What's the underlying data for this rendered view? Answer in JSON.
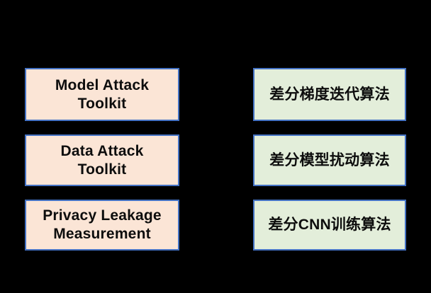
{
  "colors": {
    "background": "#000000",
    "box_border": "#4472c4",
    "left_fill": "#fbe5d6",
    "right_fill": "#e3eeda",
    "text": "#0d0d0d"
  },
  "left_column": {
    "boxes": [
      {
        "text": "Model Attack\nToolkit"
      },
      {
        "text": "Data Attack\nToolkit"
      },
      {
        "text": "Privacy Leakage\nMeasurement"
      }
    ]
  },
  "right_column": {
    "boxes": [
      {
        "text": "差分梯度迭代算法"
      },
      {
        "text": "差分模型扰动算法"
      },
      {
        "text": "差分CNN训练算法"
      }
    ]
  }
}
